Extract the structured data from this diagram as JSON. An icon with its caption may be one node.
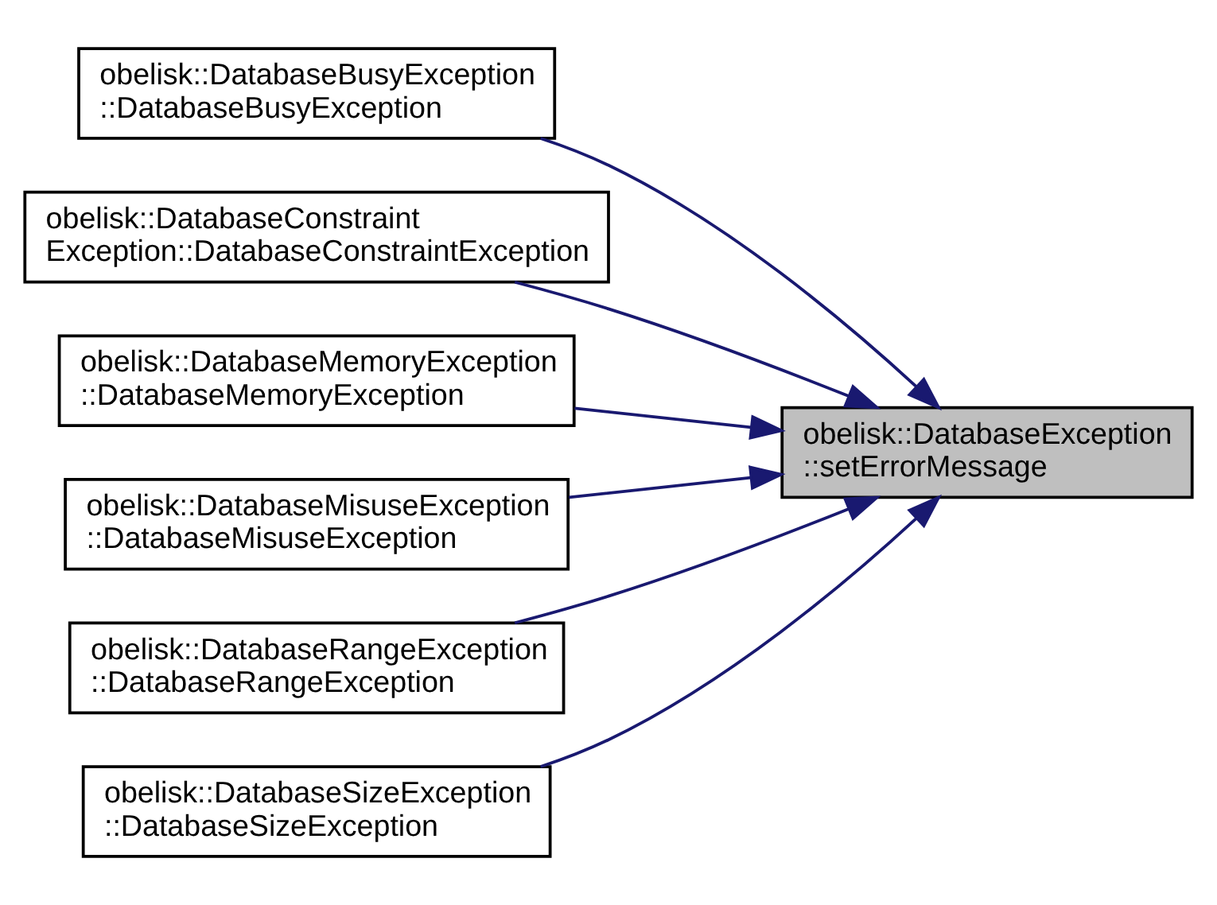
{
  "diagram": {
    "nodes": [
      {
        "text": [
          "obelisk::DatabaseException ::setErrorMessage"
        ]
      },
      {
        "text": [
          "obelisk::DatabaseBusyException ::DatabaseBusyException"
        ]
      },
      {
        "text": [
          "obelisk::DatabaseConstraint Exception::DatabaseConstraintException"
        ]
      },
      {
        "text": [
          "obelisk::DatabaseMemoryException ::DatabaseMemoryException"
        ]
      },
      {
        "text": [
          "obelisk::DatabaseMisuseException ::DatabaseMisuseException"
        ]
      },
      {
        "text": [
          "obelisk::DatabaseRangeException ::DatabaseRangeException"
        ]
      },
      {
        "text": [
          "obelisk::DatabaseSizeException ::DatabaseSizeException"
        ]
      }
    ],
    "edges": [
      {
        "from": 1,
        "to": 0,
        "arrow": "to"
      },
      {
        "from": 2,
        "to": 0,
        "arrow": "to"
      },
      {
        "from": 3,
        "to": 0,
        "arrow": "to"
      },
      {
        "from": 4,
        "to": 0,
        "arrow": "to"
      },
      {
        "from": 5,
        "to": 0,
        "arrow": "to"
      },
      {
        "from": 6,
        "to": 0,
        "arrow": "to"
      }
    ]
  }
}
